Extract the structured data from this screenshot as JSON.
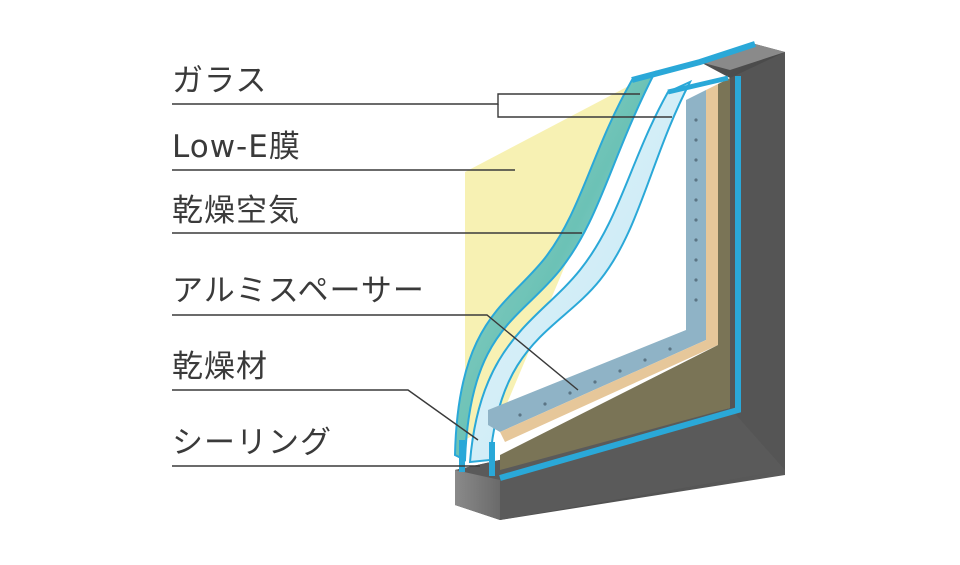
{
  "labels": {
    "glass": "ガラス",
    "low_e": "Low-E膜",
    "dry_air": "乾燥空気",
    "spacer": "アルミスペーサー",
    "desiccant": "乾燥材",
    "sealing": "シーリング"
  },
  "colors": {
    "frame_dark": "#4e4e4e",
    "glass_edge": "#2aa8d8",
    "low_e_tint": "#f6efa6",
    "spacer_blue": "#8fb3c6",
    "desiccant_beige": "#e6c79a",
    "sealant_olive": "#7a7456",
    "leader_line": "#3a3a3a"
  }
}
